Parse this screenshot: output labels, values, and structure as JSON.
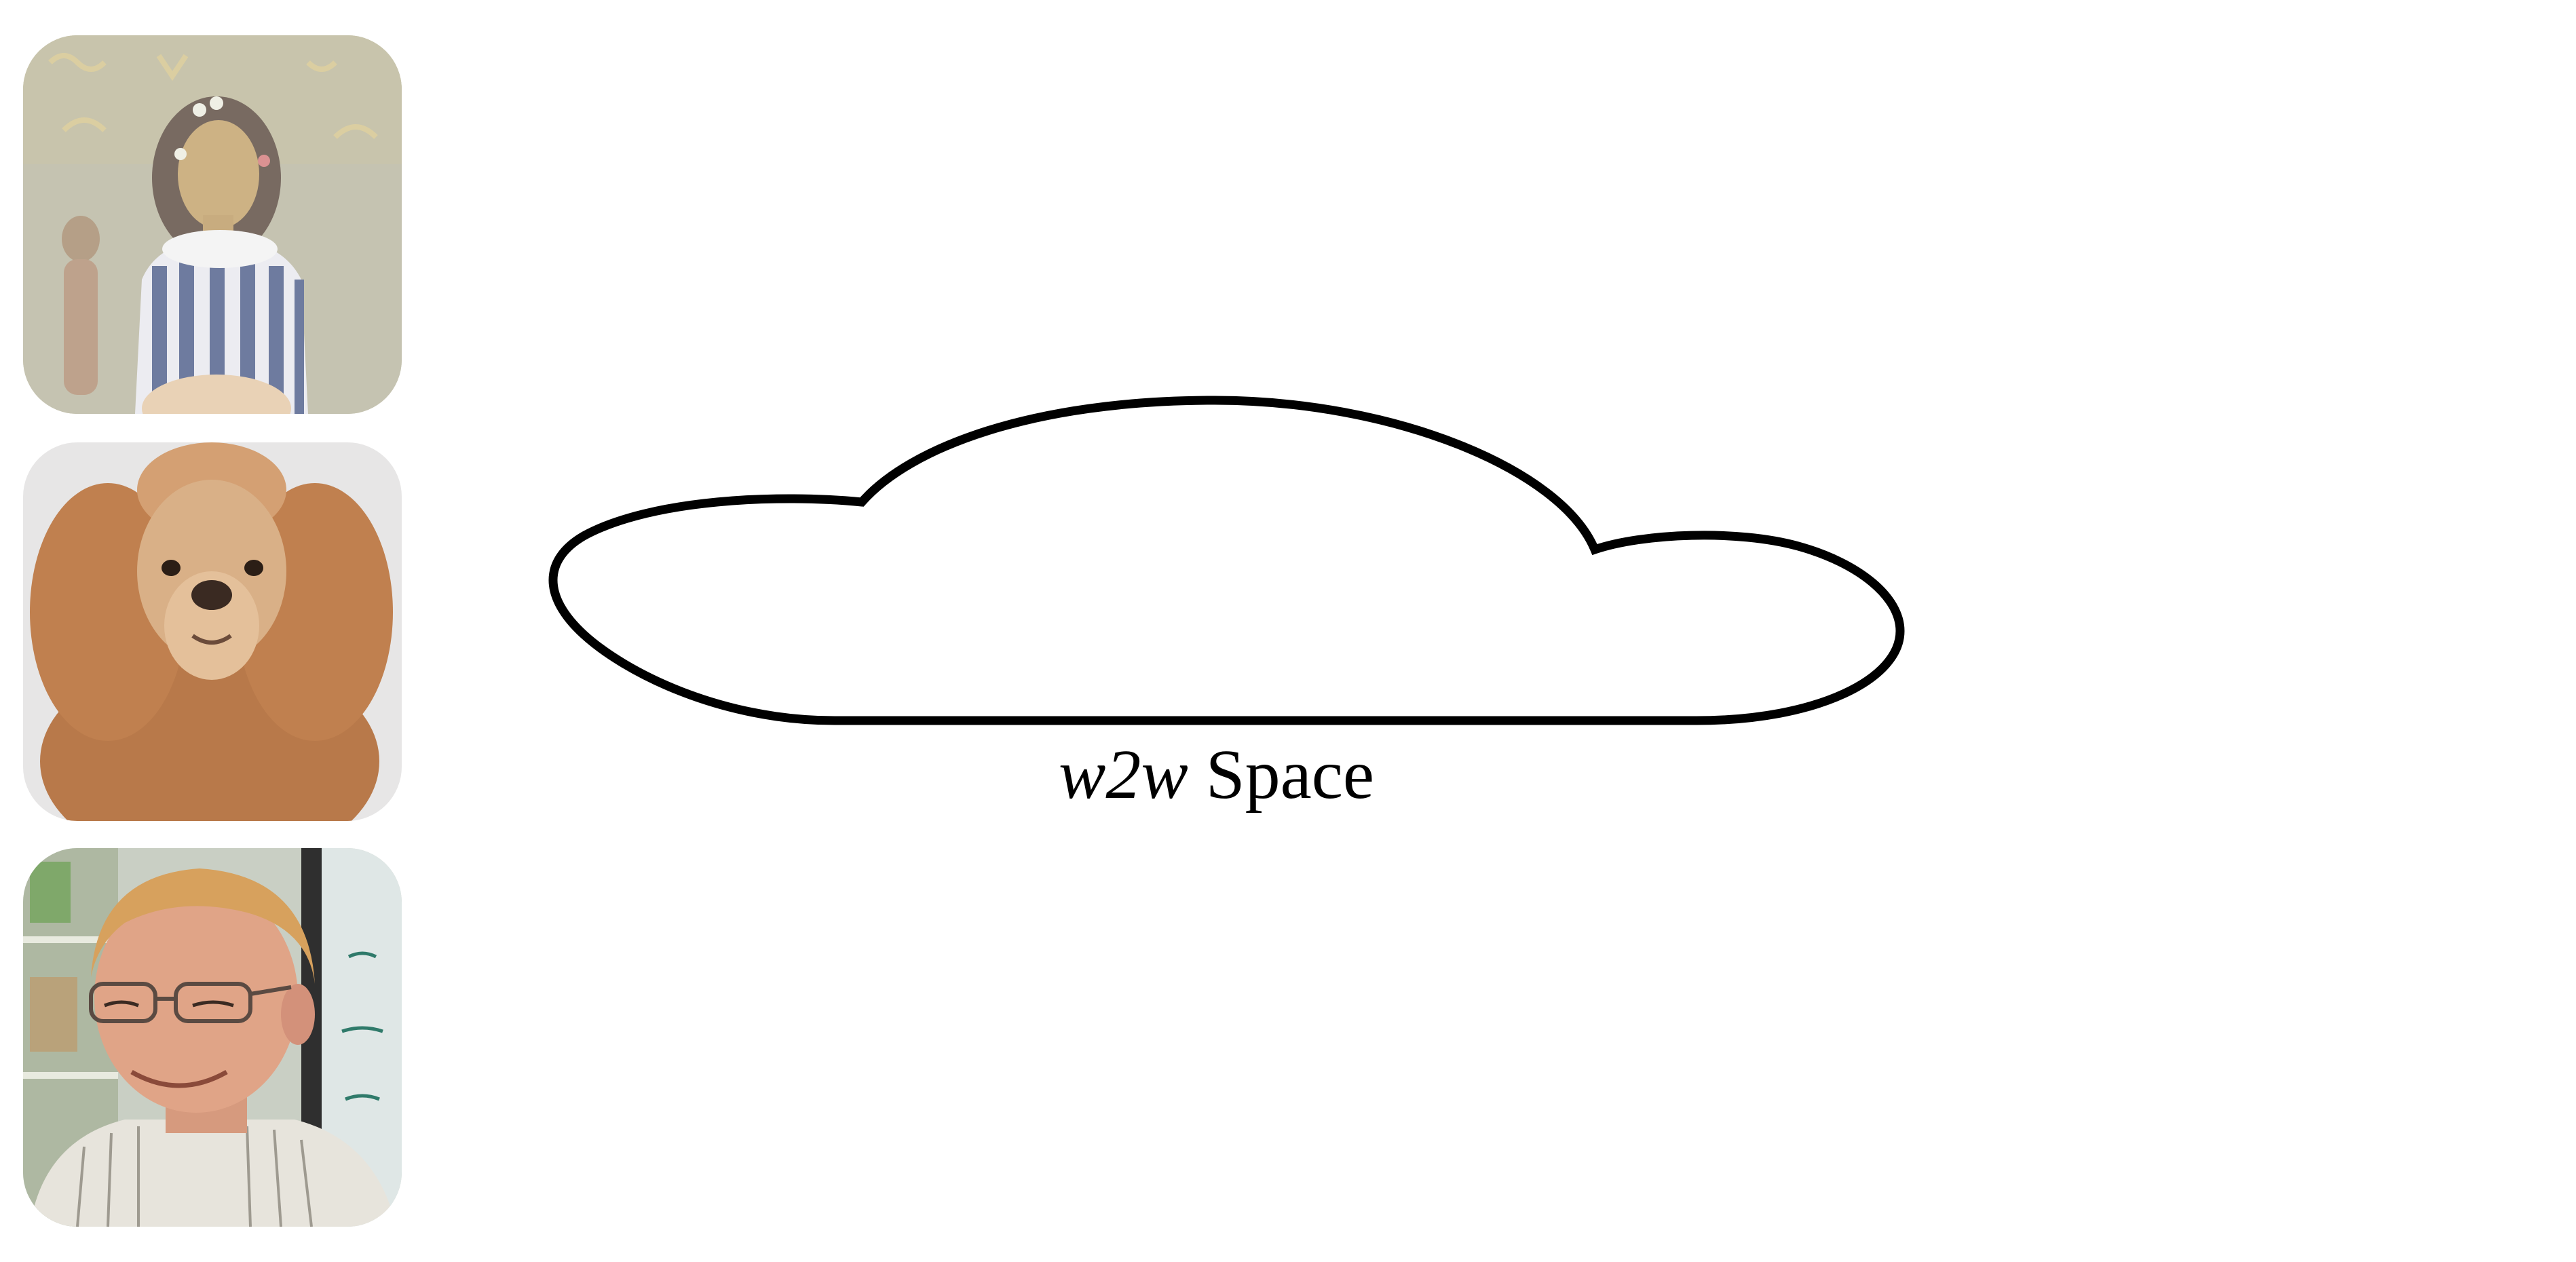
{
  "images": [
    {
      "name": "painting-portrait-thumbnail"
    },
    {
      "name": "poodle-portrait-thumbnail"
    },
    {
      "name": "man-portrait-thumbnail"
    }
  ],
  "diagram": {
    "shape": "cloud",
    "label_italic": "w2w",
    "label_rest": " Space"
  },
  "colors": {
    "outline": "#000000",
    "background": "#ffffff"
  }
}
